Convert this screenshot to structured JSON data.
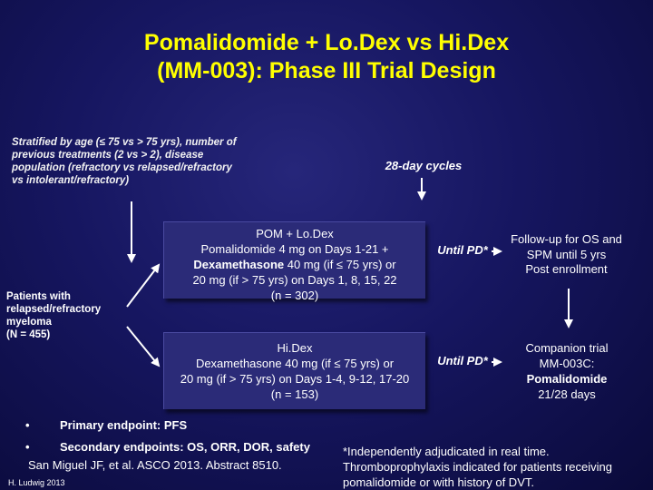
{
  "title": {
    "line1": "Pomalidomide + Lo.Dex vs Hi.Dex",
    "line2": "(MM-003): Phase III Trial Design"
  },
  "stratification": {
    "line1": "Stratified by age (≤ 75 vs > 75 yrs), number of",
    "line2": "previous treatments (2 vs > 2), disease",
    "line3": "population (refractory vs relapsed/refractory",
    "line4": "vs intolerant/refractory)"
  },
  "cycles": "28-day cycles",
  "patients": {
    "line1": "Patients with",
    "line2": "relapsed/refractory",
    "line3": "myeloma",
    "line4": "(N = 455)"
  },
  "pom_arm": {
    "title": "POM + Lo.Dex",
    "drug1": "Pomalidomide",
    "dose1": " 4 mg on Days 1-21 +",
    "drug2": "Dexamethasone",
    "dose2": " 40 mg (if ≤ 75 yrs) or",
    "dose3": "20 mg (if > 75 yrs) on Days 1, 8, 15, 22",
    "n": "(n = 302)"
  },
  "hidex_arm": {
    "title": "Hi.Dex",
    "drug": "Dexamethasone",
    "dose1": " 40 mg (if ≤ 75 yrs) or",
    "dose2": "20 mg (if > 75 yrs) on Days 1-4, 9-12, 17-20",
    "n": "(n = 153)"
  },
  "until_pd_1": "Until PD*",
  "until_pd_2": "Until PD*",
  "followup": {
    "line1": "Follow-up for OS and",
    "line2": "SPM until 5 yrs",
    "line3": "Post enrollment"
  },
  "companion": {
    "line1": "Companion trial",
    "line2": "MM-003C:",
    "line3": "Pomalidomide",
    "line4": "21/28 days"
  },
  "endpoints": [
    {
      "bullet": "•",
      "text": "Primary endpoint: PFS"
    },
    {
      "bullet": "•",
      "text": "Secondary endpoints: OS, ORR, DOR, safety"
    }
  ],
  "citation": "San Miguel JF, et al. ASCO 2013. Abstract 8510.",
  "author": "H. Ludwig 2013",
  "footnote": {
    "line1": "*Independently adjudicated in real time.",
    "line2": "Thromboprophylaxis indicated for patients receiving",
    "line3": "pomalidomide or with history of DVT."
  },
  "colors": {
    "title": "#ffff00",
    "background": "#161660",
    "box": "#2b2b78",
    "text": "#ffffff"
  }
}
